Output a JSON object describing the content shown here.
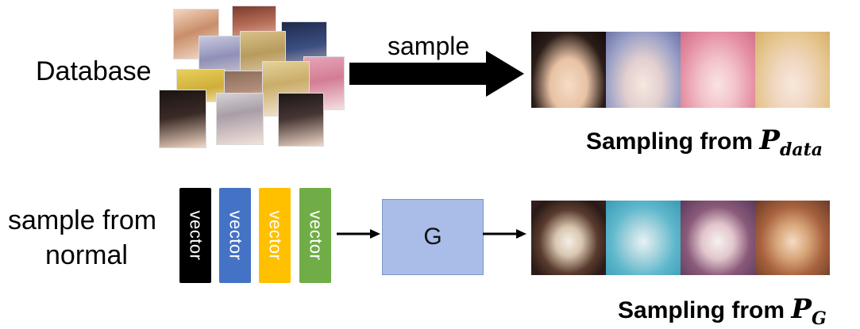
{
  "top": {
    "database_label": "Database",
    "arrow_label": "sample",
    "caption_prefix": "Sampling from ",
    "caption_var": "P",
    "caption_sub": "data"
  },
  "bottom": {
    "source_label_line1": "sample from",
    "source_label_line2": "normal",
    "vectors": [
      {
        "label": "vector",
        "color": "#000000"
      },
      {
        "label": "vector",
        "color": "#4472c4"
      },
      {
        "label": "vector",
        "color": "#ffc000"
      },
      {
        "label": "vector",
        "color": "#70ad47"
      }
    ],
    "generator_label": "G",
    "caption_prefix": "Sampling from ",
    "caption_var": "P",
    "caption_sub": "G"
  }
}
